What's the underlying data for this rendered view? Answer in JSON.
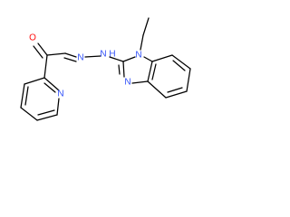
{
  "atoms": {
    "O": "O",
    "N_hydrazone_1": "N",
    "N_hydrazone_2": "N",
    "H_on_NH": "H",
    "N_ring_substituted": "N",
    "N_ring_imine": "N",
    "N_pyridine": "N"
  },
  "colors": {
    "bond": "#000000",
    "oxygen": "#ff0d0d",
    "nitrogen": "#3050f8",
    "background": "#ffffff"
  }
}
